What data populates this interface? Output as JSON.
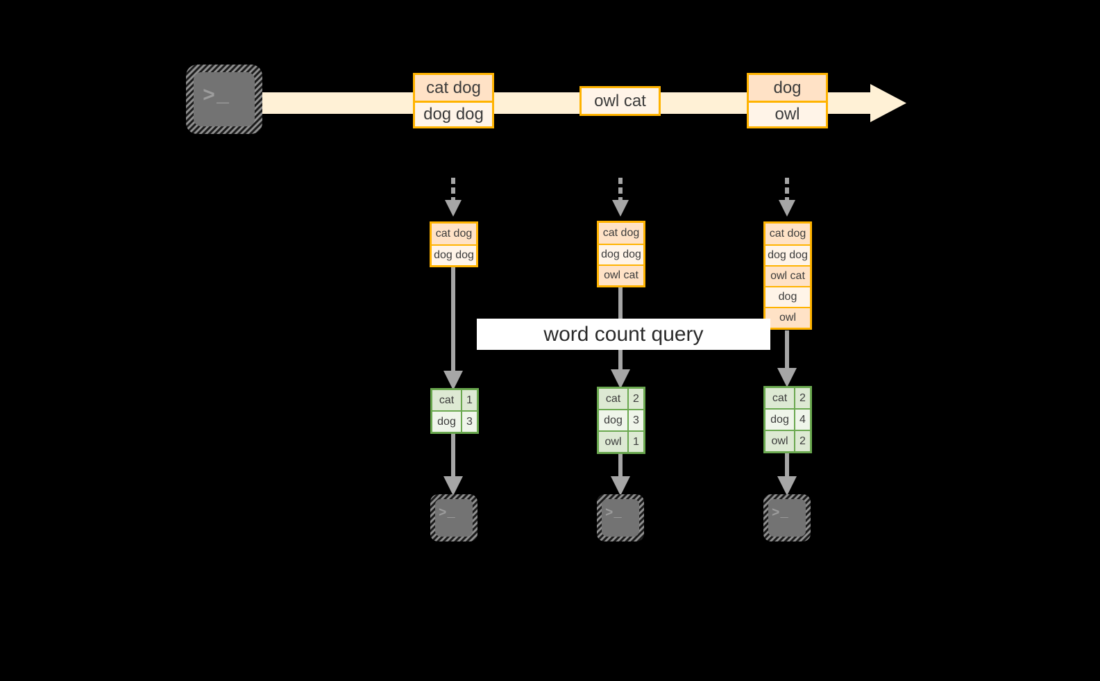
{
  "diagram": {
    "title_label": "word count query",
    "colors": {
      "background": "#000000",
      "stream_fill": "#fff1d6",
      "record_border": "#ffb300",
      "record_fill_dark": "#ffe2c6",
      "record_fill_light": "#fff4e8",
      "table_border": "#6aa84f",
      "table_fill_dark": "#dde9d3",
      "table_fill_light": "#eff5ea",
      "arrow_gray": "#a6a6a6",
      "terminal_body": "#737373",
      "label_bg": "#ffffff"
    }
  },
  "source": {
    "icon": "terminal-icon",
    "glyph": ">_"
  },
  "stream": {
    "icon": "right-arrow-band",
    "records": [
      {
        "id": "record-1",
        "lines": [
          "cat dog",
          "dog dog"
        ]
      },
      {
        "id": "record-2",
        "lines": [
          "owl cat"
        ]
      },
      {
        "id": "record-3",
        "lines": [
          "dog",
          "owl"
        ]
      }
    ]
  },
  "snapshots": [
    {
      "id": "snapshot-1",
      "log": [
        "cat dog",
        "dog dog"
      ],
      "result": {
        "rows": [
          {
            "word": "cat",
            "count": "1"
          },
          {
            "word": "dog",
            "count": "3"
          }
        ]
      },
      "sink": {
        "icon": "terminal-icon",
        "glyph": ">_"
      }
    },
    {
      "id": "snapshot-2",
      "log": [
        "cat dog",
        "dog dog",
        "owl cat"
      ],
      "result": {
        "rows": [
          {
            "word": "cat",
            "count": "2"
          },
          {
            "word": "dog",
            "count": "3"
          },
          {
            "word": "owl",
            "count": "1"
          }
        ]
      },
      "sink": {
        "icon": "terminal-icon",
        "glyph": ">_"
      }
    },
    {
      "id": "snapshot-3",
      "log": [
        "cat dog",
        "dog dog",
        "owl cat",
        "dog",
        "owl"
      ],
      "result": {
        "rows": [
          {
            "word": "cat",
            "count": "2"
          },
          {
            "word": "dog",
            "count": "4"
          },
          {
            "word": "owl",
            "count": "2"
          }
        ]
      },
      "sink": {
        "icon": "terminal-icon",
        "glyph": ">_"
      }
    }
  ]
}
